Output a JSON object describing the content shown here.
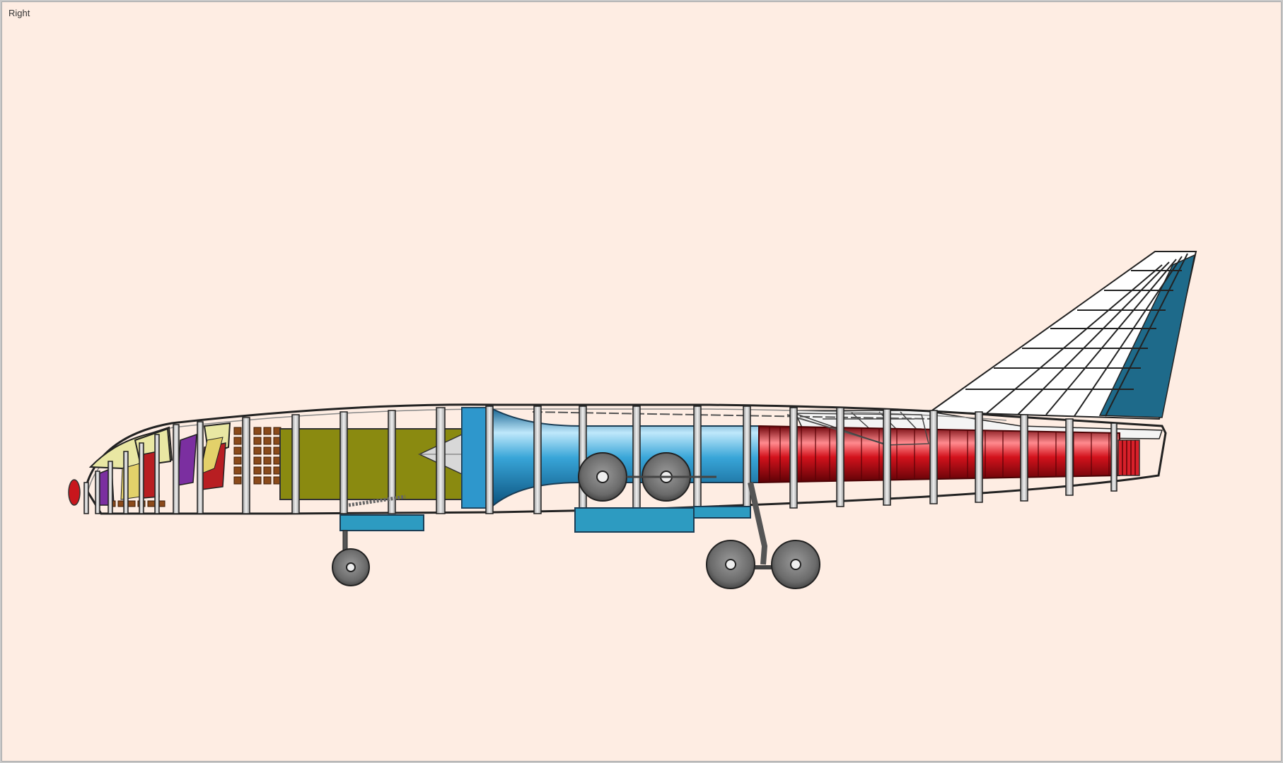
{
  "viewport": {
    "view_label": "Right",
    "background": "#feede3"
  },
  "model": {
    "name": "aircraft-structure",
    "colors": {
      "frame": "#c8c8c8",
      "frame_outline": "#1e1e1e",
      "cockpit_glass": "#e9e7a3",
      "seat_purple": "#7b2fa0",
      "seat_red": "#b81e22",
      "cargo_box": "#8a8a10",
      "cargo_bricks": "#8b4a1a",
      "engine_intake": "#3aa7d8",
      "engine_hot_section": "#d8202a",
      "tail_fin": "#1e6a8a",
      "gear_pod": "#2d9bc1",
      "wheel": "#6a6a6a"
    },
    "wheels": {
      "nose_gear": 1,
      "main_gear": 2,
      "stowed": 2
    }
  }
}
